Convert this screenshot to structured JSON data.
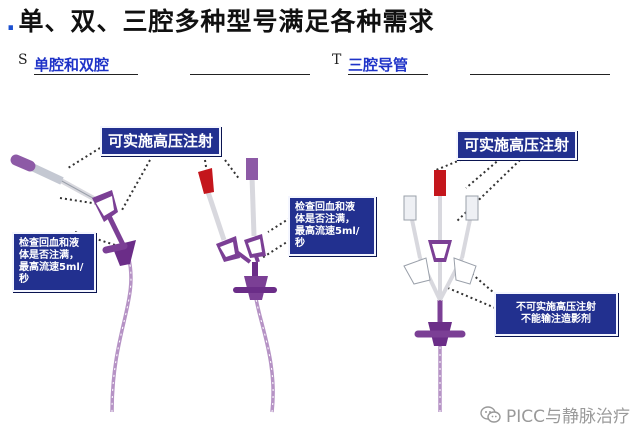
{
  "header": {
    "bullet": ".",
    "title": "单、双、三腔多种型号满足各种需求"
  },
  "sections": {
    "left": {
      "mark": "S",
      "label": "单腔和双腔"
    },
    "right": {
      "mark": "T",
      "label": "三腔导管"
    }
  },
  "callouts": {
    "high_pressure_left": "可实施高压注射",
    "high_pressure_right": "可实施高压注射",
    "check_left": [
      "检查回血和液",
      "体是否注满，",
      "最高流速5ml/",
      "秒"
    ],
    "check_mid": [
      "检查回血和液",
      "体是否注满，",
      "最高流速5ml/",
      "秒"
    ],
    "no_high_pressure": [
      "不可实施高压注射",
      "不能输注造影剂"
    ]
  },
  "watermark": {
    "icon": "wechat-icon",
    "text": "PICC与静脉治疗"
  },
  "colors": {
    "callout": "#22308f",
    "purple": "#7b3f95",
    "red_cap": "#c4161c"
  }
}
